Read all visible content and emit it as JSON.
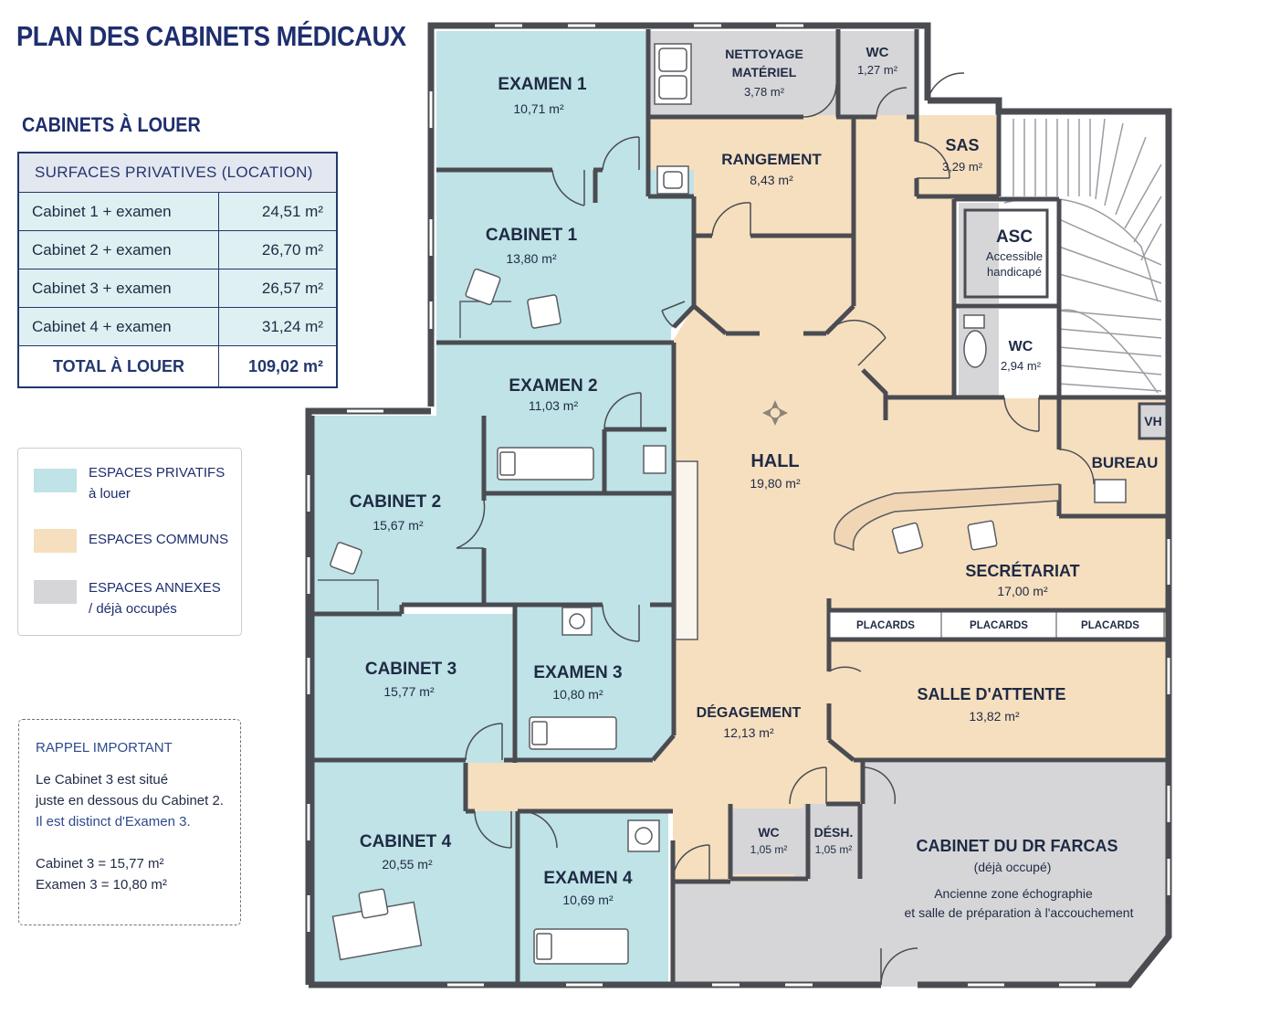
{
  "title": "PLAN DES CABINETS MÉDICAUX",
  "subtitle": "CABINETS À LOUER",
  "table": {
    "header": "SURFACES PRIVATIVES (LOCATION)",
    "rows": [
      {
        "label": "Cabinet 1 + examen",
        "value": "24,51 m²"
      },
      {
        "label": "Cabinet 2 + examen",
        "value": "26,70 m²"
      },
      {
        "label": "Cabinet 3 + examen",
        "value": "26,57 m²"
      },
      {
        "label": "Cabinet 4 + examen",
        "value": "31,24 m²"
      }
    ],
    "total_label": "TOTAL À LOUER",
    "total_value": "109,02 m²"
  },
  "legend": [
    {
      "line1": "ESPACES PRIVATIFS",
      "line2": "à louer",
      "color": "#bfe3e6"
    },
    {
      "line1": "ESPACES COMMUNS",
      "line2": "",
      "color": "#f6dfbf"
    },
    {
      "line1": "ESPACES ANNEXES",
      "line2": "/ déjà occupés",
      "color": "#d6d6d8"
    }
  ],
  "reminder": {
    "title": "RAPPEL IMPORTANT",
    "line1": "Le Cabinet 3 est situé",
    "line2": "juste en dessous du Cabinet 2.",
    "line3": "Il est distinct d'Examen 3.",
    "line4": "Cabinet 3 = 15,77 m²",
    "line5": "Examen 3 = 10,80 m²"
  },
  "colors": {
    "private": "#bfe3e6",
    "common": "#f6dfbf",
    "annex": "#d6d6d8",
    "wall": "#4a4c52",
    "navy": "#1e2e6e"
  },
  "rooms": {
    "examen1": {
      "name": "EXAMEN 1",
      "area": "10,71 m²"
    },
    "nettoyage": {
      "name1": "NETTOYAGE",
      "name2": "MATÉRIEL",
      "area": "3,78 m²"
    },
    "wc_top": {
      "name": "WC",
      "area": "1,27 m²"
    },
    "rangement": {
      "name": "RANGEMENT",
      "area": "8,43 m²"
    },
    "sas": {
      "name": "SAS",
      "area": "3,29 m²"
    },
    "cabinet1": {
      "name": "CABINET 1",
      "area": "13,80 m²"
    },
    "asc": {
      "name": "ASC",
      "line1": "Accessible",
      "line2": "handicapé"
    },
    "wc_asc": {
      "name": "WC",
      "area": "2,94 m²"
    },
    "examen2": {
      "name": "EXAMEN 2",
      "area": "11,03 m²"
    },
    "hall": {
      "name": "HALL",
      "area": "19,80 m²"
    },
    "vh": {
      "name": "VH"
    },
    "bureau": {
      "name": "BUREAU"
    },
    "cabinet2": {
      "name": "CABINET 2",
      "area": "15,67 m²"
    },
    "secretariat": {
      "name": "SECRÉTARIAT",
      "area": "17,00 m²"
    },
    "placards": [
      "PLACARDS",
      "PLACARDS",
      "PLACARDS"
    ],
    "cabinet3": {
      "name": "CABINET 3",
      "area": "15,77 m²"
    },
    "examen3": {
      "name": "EXAMEN 3",
      "area": "10,80 m²"
    },
    "degagement": {
      "name": "DÉGAGEMENT",
      "area": "12,13 m²"
    },
    "salle_attente": {
      "name": "SALLE D'ATTENTE",
      "area": "13,82 m²"
    },
    "cabinet4": {
      "name": "CABINET 4",
      "area": "20,55 m²"
    },
    "wc_bottom": {
      "name": "WC",
      "area": "1,05 m²"
    },
    "desh": {
      "name": "DÉSH.",
      "area": "1,05 m²"
    },
    "examen4": {
      "name": "EXAMEN 4",
      "area": "10,69 m²"
    },
    "farcas": {
      "name": "CABINET DU DR FARCAS",
      "status": "(déjà occupé)",
      "desc1": "Ancienne zone échographie",
      "desc2": "et salle de préparation à l'accouchement"
    }
  }
}
